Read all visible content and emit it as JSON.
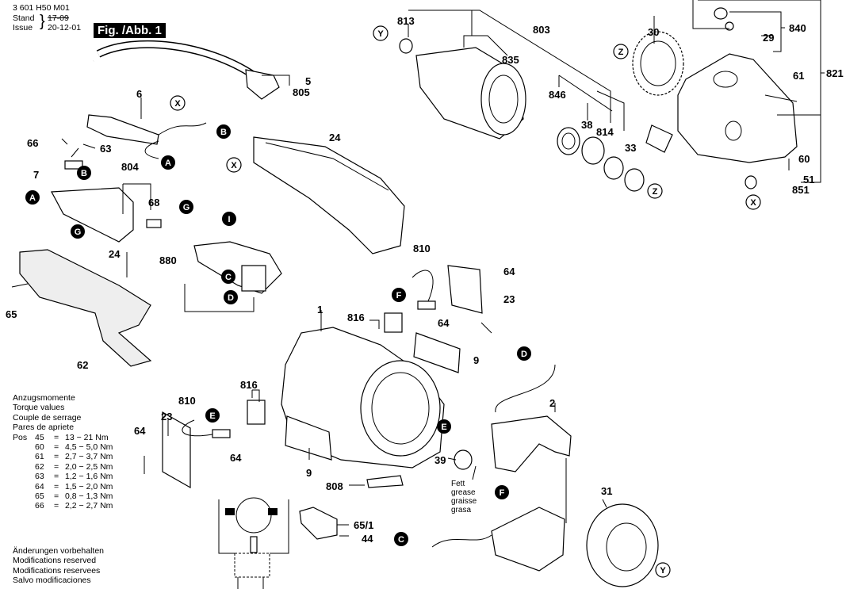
{
  "header": {
    "doc_number": "3 601 H50 M01",
    "stand_label": "Stand",
    "issue_label": "Issue",
    "old_date": "17-09",
    "date": "20-12-01",
    "figure_title": "Fig. /Abb. 1"
  },
  "torque_table": {
    "titles": [
      "Anzugsmomente",
      "Torque values",
      "Couple de serrage",
      "Pares de apriete"
    ],
    "pos_label": "Pos",
    "rows": [
      {
        "pos": "45",
        "eq": "=",
        "value": "13  − 21 Nm"
      },
      {
        "pos": "60",
        "eq": "=",
        "value": "4,5 − 5,0 Nm"
      },
      {
        "pos": "61",
        "eq": "=",
        "value": "2,7 − 3,7 Nm"
      },
      {
        "pos": "62",
        "eq": "=",
        "value": "2,0 − 2,5 Nm"
      },
      {
        "pos": "63",
        "eq": "=",
        "value": "1,2 − 1,6 Nm"
      },
      {
        "pos": "64",
        "eq": "=",
        "value": "1,5 − 2,0 Nm"
      },
      {
        "pos": "65",
        "eq": "=",
        "value": "0,8 − 1,3 Nm"
      },
      {
        "pos": "66",
        "eq": "=",
        "value": "2,2 − 2,7 Nm"
      }
    ]
  },
  "notes": [
    "Änderungen vorbehalten",
    "Modifications reserved",
    "Modifications reservees",
    "Salvo modificaciones"
  ],
  "grease_note": [
    "Fett",
    "grease",
    "graisse",
    "grasa"
  ],
  "part_labels": {
    "p813": "813",
    "p803": "803",
    "p835": "835",
    "p846": "846",
    "p38": "38",
    "p814": "814",
    "p33": "33",
    "p30": "30",
    "p29": "29",
    "p840": "840",
    "p821": "821",
    "p61": "61",
    "p60": "60",
    "p51": "51",
    "p851": "851",
    "p5": "5",
    "p805": "805",
    "p6": "6",
    "p66": "66",
    "p63": "63",
    "p7": "7",
    "p804": "804",
    "p68": "68",
    "p24a": "24",
    "p24b": "24",
    "p880": "880",
    "p65": "65",
    "p62": "62",
    "p810a": "810",
    "p64a": "64",
    "p23a": "23",
    "p816a": "816",
    "p64b": "64",
    "p1": "1",
    "p9a": "9",
    "p816b": "816",
    "p810b": "810",
    "p23b": "23",
    "p64c": "64",
    "p64d": "64",
    "p9b": "9",
    "p808": "808",
    "p651": "65/1",
    "p44": "44",
    "p2": "2",
    "p39": "39",
    "p31": "31"
  },
  "connectors": {
    "A": "A",
    "B": "B",
    "C": "C",
    "D": "D",
    "E": "E",
    "F": "F",
    "G": "G",
    "I": "I",
    "X": "X",
    "Y": "Y",
    "Z": "Z"
  }
}
